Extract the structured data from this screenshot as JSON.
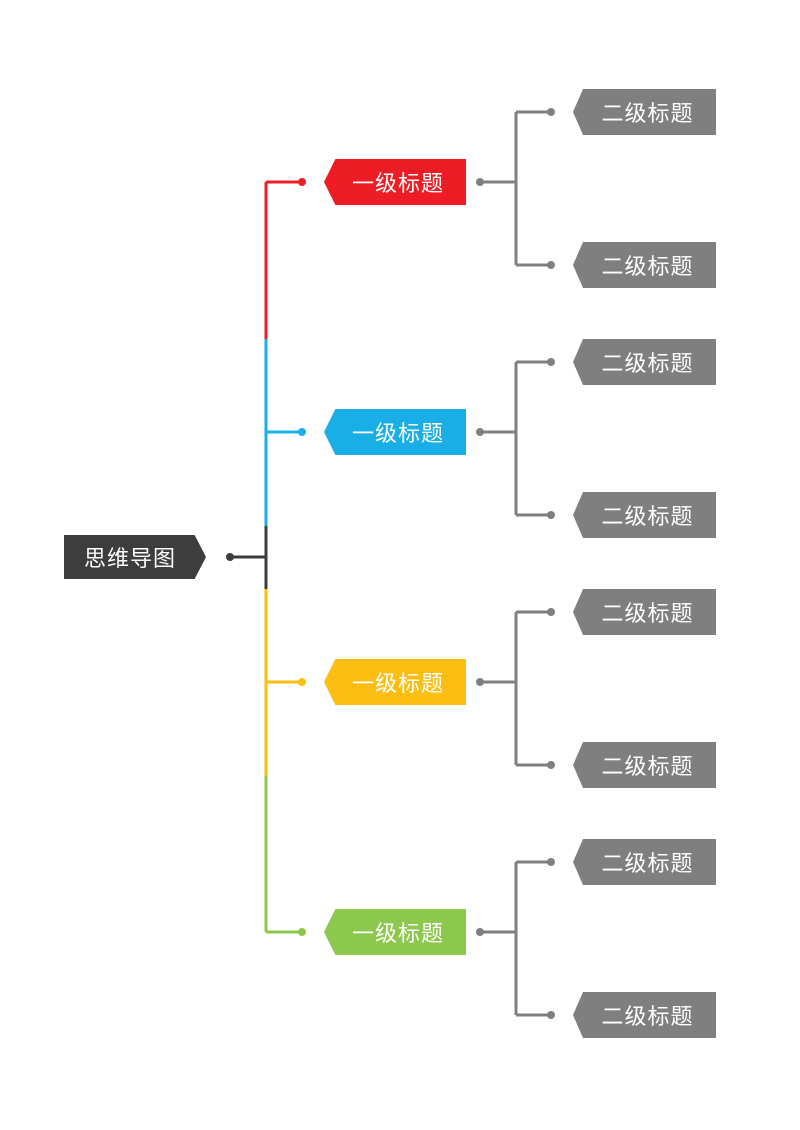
{
  "root": {
    "label": "思维导图",
    "color": "#3d3d3d"
  },
  "branches": [
    {
      "label": "一级标题",
      "color": "#ee1c25",
      "children": [
        {
          "label": "二级标题"
        },
        {
          "label": "二级标题"
        }
      ]
    },
    {
      "label": "一级标题",
      "color": "#1aaee6",
      "children": [
        {
          "label": "二级标题"
        },
        {
          "label": "二级标题"
        }
      ]
    },
    {
      "label": "一级标题",
      "color": "#fbbe11",
      "children": [
        {
          "label": "二级标题"
        },
        {
          "label": "二级标题"
        }
      ]
    },
    {
      "label": "一级标题",
      "color": "#8cc84b",
      "children": [
        {
          "label": "二级标题"
        },
        {
          "label": "二级标题"
        }
      ]
    }
  ],
  "secondary_color": "#7f7f7f"
}
